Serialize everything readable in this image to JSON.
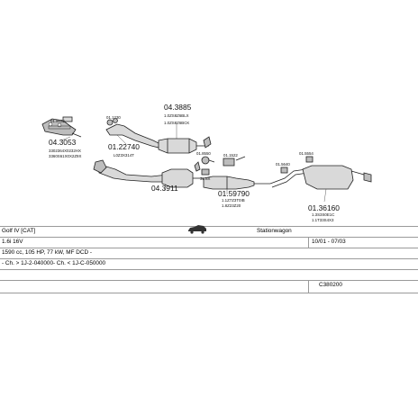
{
  "diagram": {
    "parts": {
      "p043053": {
        "code": "04.3053",
        "refs": [
          "3302364X0232HX",
          "3360S61X0X2Z9X"
        ]
      },
      "p01122740": {
        "code": "01.22740",
        "refs": [
          "L0Z3X314T"
        ]
      },
      "p043885": {
        "code": "04.3885",
        "refs": [
          "1.0ZS8Z6BLX",
          "1.0ZS8Z6BCK"
        ]
      },
      "p043911": {
        "code": "04.3911",
        "refs": []
      },
      "p0115970": {
        "code": "01.59790",
        "refs": [
          "1.1Z7Z3T0IB",
          "1.8Z23Z20"
        ]
      },
      "p0136160": {
        "code": "01.36160",
        "refs": [
          "1.3S3S0E1C",
          "1.1T33S4X3"
        ]
      }
    },
    "small_labels": {
      "s1": "01.8022",
      "s2": "01.1230",
      "s3": "01.8550",
      "s4": "01.1522",
      "s5": "01.5640",
      "s6": "01.5554",
      "s7": "3L.8X"
    }
  },
  "info": {
    "row1": {
      "model": "Golf IV [CAT]",
      "body": "Stationwagon"
    },
    "row2": {
      "engine": "1.6i 16V",
      "period": "10/01 - 07/03"
    },
    "row3": {
      "spec": "1590 cc, 105 HP, 77 kW, MF DCD -"
    },
    "row4": {
      "chassis": "- Ch. > 1J-2-040000- Ch. < 1J-C-050000"
    },
    "row5": {
      "ref": "C380200"
    }
  }
}
